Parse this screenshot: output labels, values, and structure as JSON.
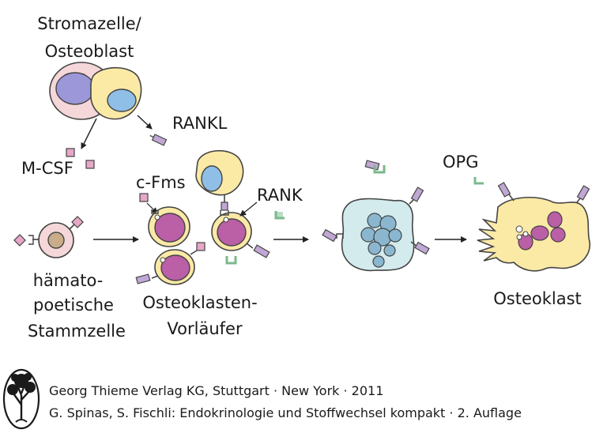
{
  "labels": {
    "stroma_line1": "Stromazelle/",
    "stroma_line2": "Osteoblast",
    "rankl": "RANKL",
    "mcsf": "M-CSF",
    "cfms": "c-Fms",
    "rank": "RANK",
    "opg": "OPG",
    "stem_line1": "hämato-",
    "stem_line2": "poetische",
    "stem_line3": "Stammzelle",
    "precursor_line1": "Osteoklasten-",
    "precursor_line2": "Vorläufer",
    "osteoclast": "Osteoklast"
  },
  "footer": {
    "line1": "Georg Thieme Verlag KG, Stuttgart · New York · 2011",
    "line2": "G. Spinas, S. Fischli: Endokrinologie und Stoffwechsel kompakt · 2. Auflage"
  },
  "colors": {
    "cell_yellow": "#fbe9a6",
    "cell_pink": "#f5d7d9",
    "nucleus_purple": "#bb5fa6",
    "nucleus_blue": "#8fbfe6",
    "nucleus_lavender": "#9c97d8",
    "stem_nucleus": "#c9ad8a",
    "macro_cell": "#d4ebee",
    "macro_nucleus": "#8ab7cf",
    "ligand_pink": "#e7a7c6",
    "receptor_lilac": "#c1a7d4",
    "opg_green": "#7ab98c"
  }
}
